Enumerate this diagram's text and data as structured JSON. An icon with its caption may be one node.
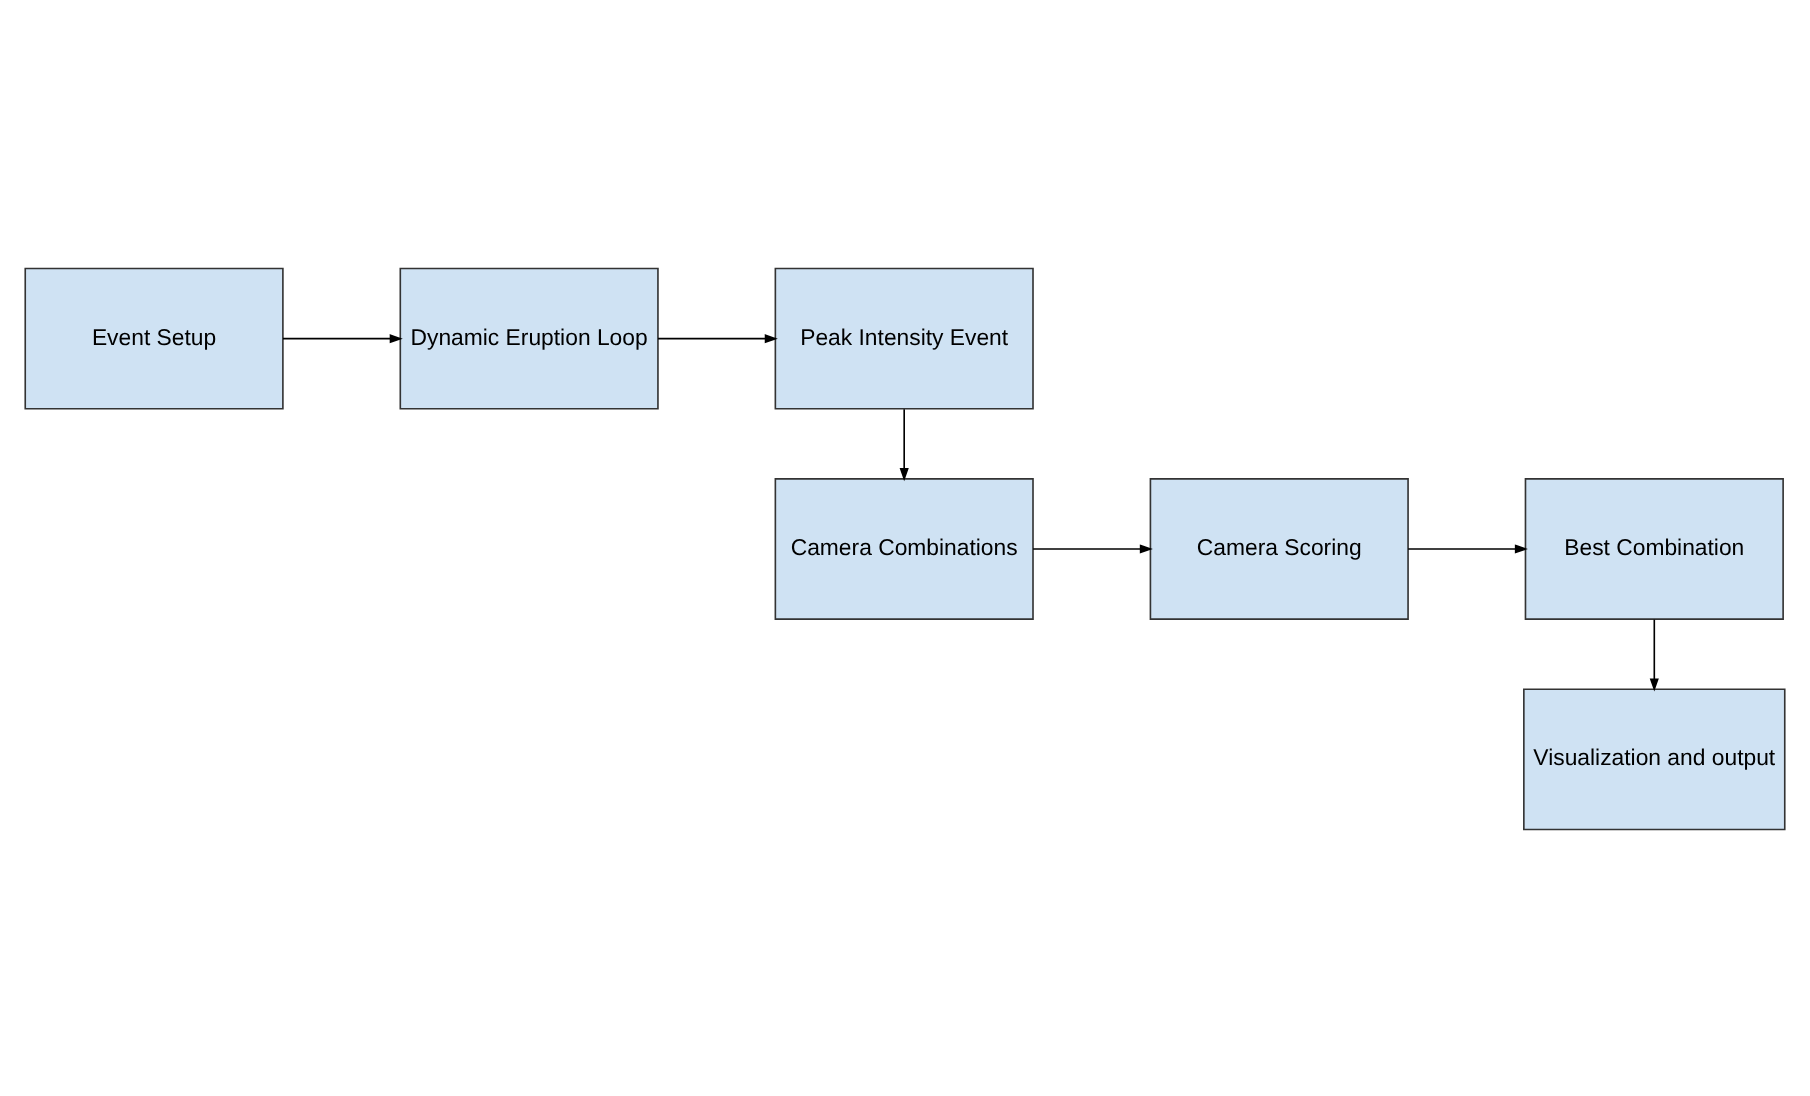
{
  "diagram": {
    "nodes": [
      {
        "text": [
          "Event Setup"
        ]
      },
      {
        "text": [
          "Dynamic Eruption Loop"
        ]
      },
      {
        "text": [
          "Peak Intensity Event"
        ]
      },
      {
        "text": [
          "Camera Combinations"
        ]
      },
      {
        "text": [
          "Camera Scoring"
        ]
      },
      {
        "text": [
          "Best Combination"
        ]
      },
      {
        "text": [
          "Visualization and output"
        ]
      }
    ],
    "edges": [
      {
        "from": 0,
        "to": 1,
        "arrow": "to"
      },
      {
        "from": 1,
        "to": 2,
        "arrow": "to"
      },
      {
        "from": 2,
        "to": 3,
        "arrow": "to"
      },
      {
        "from": 3,
        "to": 4,
        "arrow": "to"
      },
      {
        "from": 4,
        "to": 5,
        "arrow": "to"
      },
      {
        "from": 5,
        "to": 6,
        "arrow": "to"
      }
    ]
  }
}
